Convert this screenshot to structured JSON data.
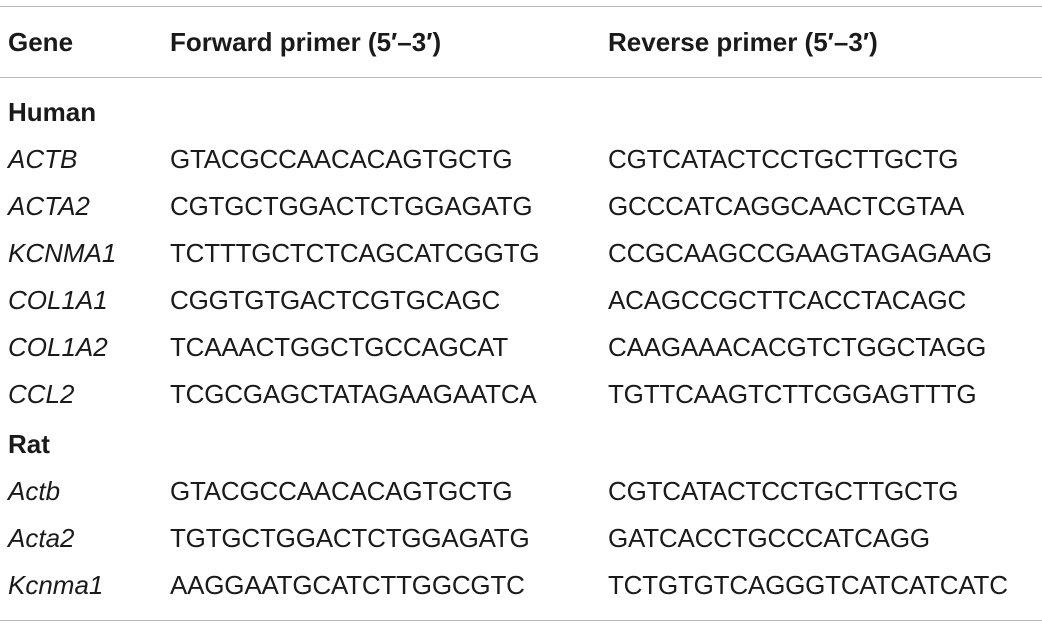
{
  "table": {
    "headers": {
      "gene": "Gene",
      "forward": "Forward primer (5′–3′)",
      "reverse": "Reverse primer (5′–3′)"
    },
    "sections": [
      {
        "label": "Human",
        "rows": [
          {
            "gene": "ACTB",
            "forward": "GTACGCCAACACAGTGCTG",
            "reverse": "CGTCATACTCCTGCTTGCTG"
          },
          {
            "gene": "ACTA2",
            "forward": "CGTGCTGGACTCTGGAGATG",
            "reverse": "GCCCATCAGGCAACTCGTAA"
          },
          {
            "gene": "KCNMA1",
            "forward": "TCTTTGCTCTCAGCATCGGTG",
            "reverse": "CCGCAAGCCGAAGTAGAGAAG"
          },
          {
            "gene": "COL1A1",
            "forward": "CGGTGTGACTCGTGCAGC",
            "reverse": "ACAGCCGCTTCACCTACAGC"
          },
          {
            "gene": "COL1A2",
            "forward": "TCAAACTGGCTGCCAGCAT",
            "reverse": "CAAGAAACACGTCTGGCTAGG"
          },
          {
            "gene": "CCL2",
            "forward": "TCGCGAGCTATAGAAGAATCA",
            "reverse": "TGTTCAAGTCTTCGGAGTTTG"
          }
        ]
      },
      {
        "label": "Rat",
        "rows": [
          {
            "gene": "Actb",
            "forward": "GTACGCCAACACAGTGCTG",
            "reverse": "CGTCATACTCCTGCTTGCTG"
          },
          {
            "gene": "Acta2",
            "forward": "TGTGCTGGACTCTGGAGATG",
            "reverse": "GATCACCTGCCCATCAGG"
          },
          {
            "gene": "Kcnma1",
            "forward": "AAGGAATGCATCTTGGCGTC",
            "reverse": "TCTGTGTCAGGGTCATCATCATC"
          }
        ]
      }
    ]
  }
}
